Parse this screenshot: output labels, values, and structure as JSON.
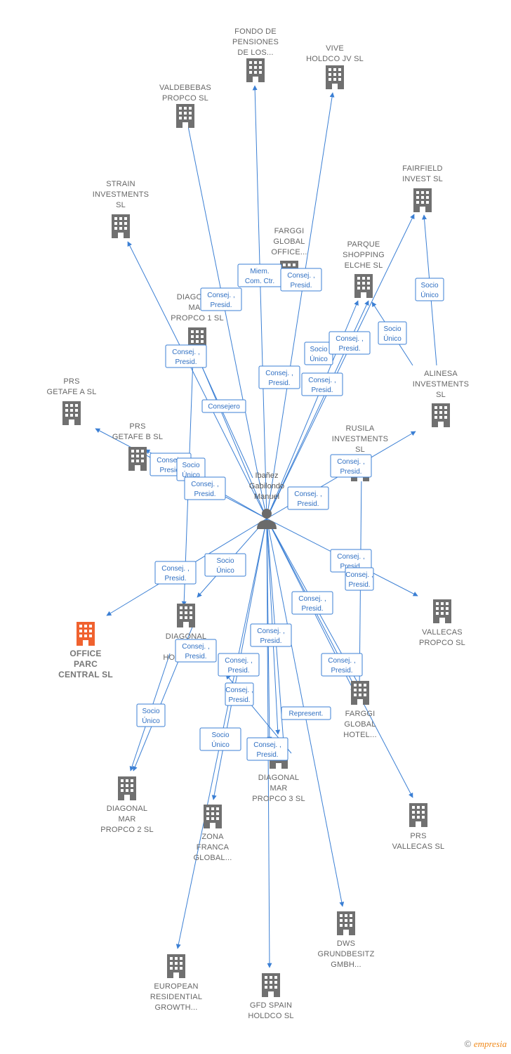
{
  "colors": {
    "edge": "#3b7fd4",
    "building": "#707070",
    "main_building": "#f0622f",
    "person": "#6b6b6b",
    "label": "#666666"
  },
  "person": {
    "name_lines": [
      "Ibañez",
      "Gabilondo",
      "Manuel"
    ],
    "icon": "person-icon"
  },
  "companies": [
    {
      "id": "fondo",
      "lines": [
        "FONDO DE",
        "PENSIONES",
        "DE LOS..."
      ]
    },
    {
      "id": "vive",
      "lines": [
        "VIVE",
        "HOLDCO JV  SL"
      ]
    },
    {
      "id": "valdebebas",
      "lines": [
        "VALDEBEBAS",
        "PROPCO  SL"
      ]
    },
    {
      "id": "fairfield",
      "lines": [
        "FAIRFIELD",
        "INVEST  SL"
      ]
    },
    {
      "id": "strain",
      "lines": [
        "STRAIN",
        "INVESTMENTS",
        "SL"
      ]
    },
    {
      "id": "farggi_office",
      "lines": [
        "FARGGI",
        "GLOBAL",
        "OFFICE..."
      ]
    },
    {
      "id": "parque",
      "lines": [
        "PARQUE",
        "SHOPPING",
        "ELCHE SL"
      ]
    },
    {
      "id": "diagonal1",
      "lines": [
        "DIAGONAL",
        "MAR",
        "PROPCO 1  SL"
      ]
    },
    {
      "id": "alinesa",
      "lines": [
        "ALINESA",
        "INVESTMENTS",
        "SL"
      ]
    },
    {
      "id": "prs_getafe_a",
      "lines": [
        "PRS",
        "GETAFE A  SL"
      ]
    },
    {
      "id": "prs_getafe_b",
      "lines": [
        "PRS",
        "GETAFE B  SL"
      ]
    },
    {
      "id": "rusila",
      "lines": [
        "RUSILA",
        "INVESTMENTS",
        "SL"
      ]
    },
    {
      "id": "office_parc",
      "lines": [
        "OFFICE",
        "PARC",
        "CENTRAL  SL"
      ],
      "main": true
    },
    {
      "id": "diagonal_hold",
      "lines": [
        "DIAGONAL",
        "MAR",
        "HOLDCO  SL"
      ]
    },
    {
      "id": "vallecas_propco",
      "lines": [
        "VALLECAS",
        "PROPCO  SL"
      ]
    },
    {
      "id": "farggi_hotel",
      "lines": [
        "FARGGI",
        "GLOBAL",
        "HOTEL..."
      ]
    },
    {
      "id": "diagonal2",
      "lines": [
        "DIAGONAL",
        "MAR",
        "PROPCO 2  SL"
      ]
    },
    {
      "id": "diagonal3",
      "lines": [
        "DIAGONAL",
        "MAR",
        "PROPCO 3  SL"
      ]
    },
    {
      "id": "zona_franca",
      "lines": [
        "ZONA",
        "FRANCA",
        "GLOBAL..."
      ]
    },
    {
      "id": "prs_vallecas",
      "lines": [
        "PRS",
        "VALLECAS  SL"
      ]
    },
    {
      "id": "dws",
      "lines": [
        "DWS",
        "GRUNDBESITZ",
        "GMBH..."
      ]
    },
    {
      "id": "european",
      "lines": [
        "EUROPEAN",
        "RESIDENTIAL",
        "GROWTH..."
      ]
    },
    {
      "id": "gfd",
      "lines": [
        "GFD SPAIN",
        "HOLDCO  SL"
      ]
    }
  ],
  "edge_labels": [
    {
      "lines": [
        "Miem.",
        "Com. Ctr."
      ]
    },
    {
      "lines": [
        "Consej. ,",
        "Presid."
      ]
    },
    {
      "lines": [
        "Consej. ,",
        "Presid."
      ]
    },
    {
      "lines": [
        "Consej. ,",
        "Presid."
      ]
    },
    {
      "lines": [
        "Socio",
        "Único"
      ]
    },
    {
      "lines": [
        "Consej. ,",
        "Presid."
      ]
    },
    {
      "lines": [
        "Socio",
        "Único"
      ]
    },
    {
      "lines": [
        "Socio",
        "Único"
      ]
    },
    {
      "lines": [
        "Consej. ,",
        "Presid."
      ]
    },
    {
      "lines": [
        "Consejero"
      ]
    },
    {
      "lines": [
        "Consej. ,",
        "Presid."
      ]
    },
    {
      "lines": [
        "Consej. ,",
        "Presid."
      ]
    },
    {
      "lines": [
        "Socio",
        "Único"
      ]
    },
    {
      "lines": [
        "Consej. ,",
        "Presid."
      ]
    },
    {
      "lines": [
        "Consej. ,",
        "Presid."
      ]
    },
    {
      "lines": [
        "Consej. ,",
        "Presid."
      ]
    },
    {
      "lines": [
        "Consej. ,",
        "Presid."
      ]
    },
    {
      "lines": [
        "Consej. ,",
        "Presid."
      ]
    },
    {
      "lines": [
        "Consej. ,",
        "Presid."
      ]
    },
    {
      "lines": [
        "Socio",
        "Único"
      ]
    },
    {
      "lines": [
        "Consej. ,",
        "Presid."
      ]
    },
    {
      "lines": [
        "Consej. ,",
        "Presid."
      ]
    },
    {
      "lines": [
        "Consej. ,",
        "Presid."
      ]
    },
    {
      "lines": [
        "Consej. ,",
        "Presid."
      ]
    },
    {
      "lines": [
        "Consej. ,",
        "Presid."
      ]
    },
    {
      "lines": [
        "Socio",
        "Único"
      ]
    },
    {
      "lines": [
        "Socio",
        "Único"
      ]
    },
    {
      "lines": [
        "Represent."
      ]
    },
    {
      "lines": [
        "Consej. ,",
        "Presid."
      ]
    },
    {
      "lines": [
        "Consej. ,",
        "Presid."
      ]
    }
  ],
  "footer": {
    "copyright_symbol": "©",
    "brand": "empresia"
  }
}
